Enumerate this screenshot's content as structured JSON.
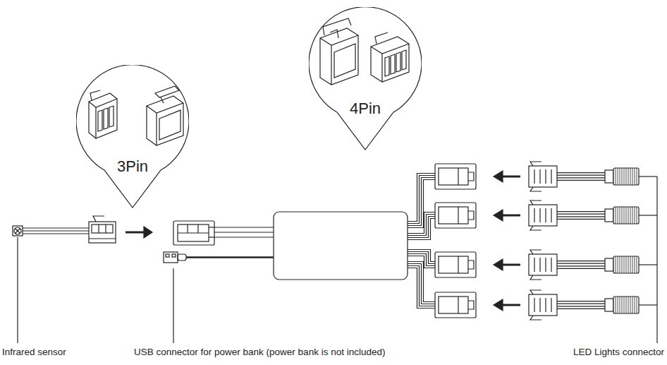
{
  "diagram": {
    "nodes": [
      {
        "text": [
          "3Pin"
        ]
      },
      {
        "text": [
          "4Pin"
        ]
      }
    ],
    "labels": [
      "Infrared sensor",
      "USB connector for power bank (power bank is not included)",
      "LED Lights connector"
    ]
  }
}
